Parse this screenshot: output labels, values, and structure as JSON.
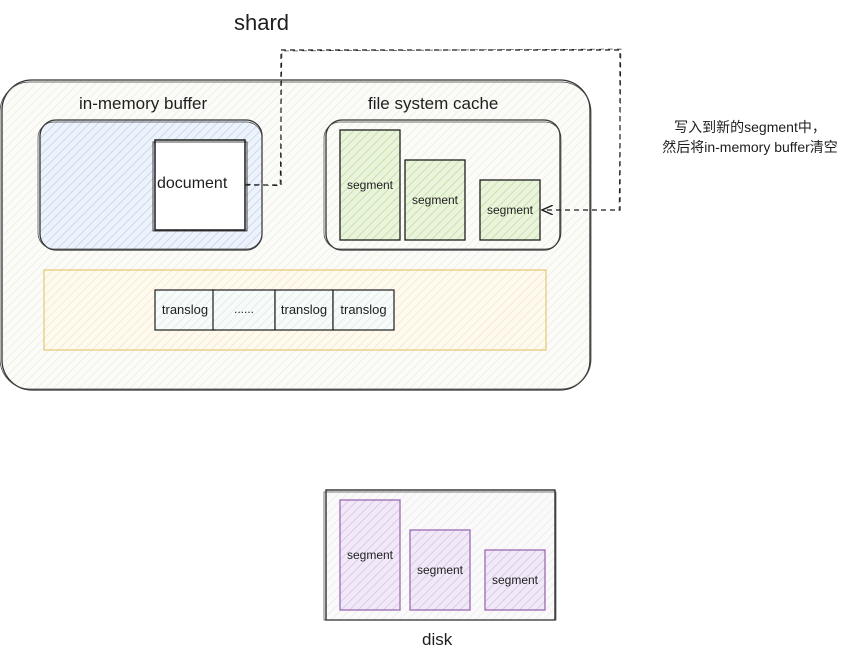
{
  "diagram": {
    "shard": {
      "title": "shard",
      "fill": "#fbfaf4",
      "stroke": "#333333"
    },
    "in_memory_buffer": {
      "title": "in-memory buffer",
      "fill": "#e7eef8",
      "document_label": "document"
    },
    "file_system_cache": {
      "title": "file system cache",
      "fill": "#f7f7f2",
      "segments": [
        {
          "label": "segment"
        },
        {
          "label": "segment"
        },
        {
          "label": "segment"
        }
      ],
      "segment_fill": "#dcedc8"
    },
    "translog_area": {
      "fill": "#fdf6e3",
      "stroke": "#e6c773",
      "cells": [
        {
          "label": "translog"
        },
        {
          "label": "......"
        },
        {
          "label": "translog"
        },
        {
          "label": "translog"
        }
      ]
    },
    "annotation": {
      "line1": "写入到新的segment中，",
      "line2": "然后将in-memory buffer清空"
    },
    "disk": {
      "title": "disk",
      "fill": "#f7f5fa",
      "segments": [
        {
          "label": "segment"
        },
        {
          "label": "segment"
        },
        {
          "label": "segment"
        }
      ],
      "segment_fill": "#eadff2",
      "segment_stroke": "#9c6bb3"
    }
  }
}
